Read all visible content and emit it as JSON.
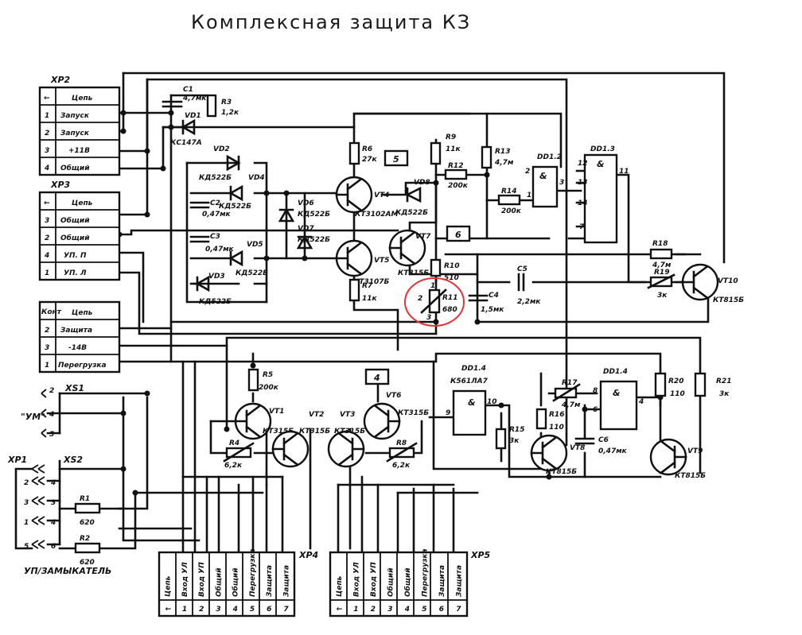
{
  "title": "Комплексная защита КЗ",
  "annotation_color": "#e0353a",
  "connectors": {
    "xp2": {
      "name": "XP2",
      "rows": [
        [
          "←",
          "Цепь"
        ],
        [
          "1",
          "Запуск"
        ],
        [
          "2",
          "Запуск"
        ],
        [
          "3",
          "+11В"
        ],
        [
          "4",
          "Общий"
        ]
      ]
    },
    "xp3": {
      "name": "XP3",
      "rows": [
        [
          "←",
          "Цепь"
        ],
        [
          "3",
          "Общий"
        ],
        [
          "2",
          "Общий"
        ],
        [
          "4",
          "УП. П"
        ],
        [
          "1",
          "УП. Л"
        ]
      ]
    },
    "xpk": {
      "rows": [
        [
          "Конт",
          "Цепь"
        ],
        [
          "2",
          "Защита"
        ],
        [
          "3",
          "-14В"
        ],
        [
          "1",
          "Перегрузка"
        ]
      ]
    },
    "xp4": {
      "name": "XP4",
      "cols": [
        "Цепь",
        "Вход УЛ",
        "Вход УП",
        "Общий",
        "Общий",
        "Перегрузка",
        "Защита",
        "Защита"
      ],
      "nums": [
        "←",
        "1",
        "2",
        "3",
        "4",
        "5",
        "6",
        "7"
      ]
    },
    "xp5": {
      "name": "XP5",
      "cols": [
        "Цепь",
        "Вход УЛ",
        "Вход УП",
        "Общий",
        "Общий",
        "Перегрузка",
        "Защита",
        "Защита"
      ],
      "nums": [
        "←",
        "1",
        "2",
        "3",
        "4",
        "5",
        "6",
        "7"
      ]
    }
  },
  "sockets": {
    "xs1": "XS1",
    "xs2": "XS2",
    "xp1": "XP1",
    "um": "\"УМ\"",
    "zam": "УП/ЗАМЫКАТЕЛЬ",
    "xs1_pins": [
      "2",
      "4",
      "5"
    ],
    "xs2_pins": [
      "4",
      "2",
      "3",
      "1",
      "4",
      "5",
      "6"
    ]
  },
  "parts": {
    "c1": "C1",
    "c1v": "4,7мк",
    "r3": "R3",
    "r3v": "1,2к",
    "vd1": "VD1",
    "vd1t": "КС147А",
    "vd2": "VD2",
    "vd2t": "КД522Б",
    "vd4": "VD4",
    "vd4t": "КД522Б",
    "vd3": "VD3",
    "vd3t": "КД522Б",
    "vd5": "VD5",
    "vd5t": "КД522Б",
    "vd6": "VD6",
    "vd6t": "КД522Б",
    "vd7": "VD7",
    "vd7t": "КД522Б",
    "vd8": "VD8",
    "vd8t": "КД522Б",
    "c2": "C2",
    "c2v": "0,47мк",
    "c3": "C3",
    "c3v": "0,47мк",
    "r6": "R6",
    "r6v": "27к",
    "r7": "R7",
    "r7v": "11к",
    "vt4": "VT4",
    "vt4t": "КТ3102АМ",
    "vt5": "VT5",
    "vt5t": "КТ3107Б",
    "vt7": "VT7",
    "vt7t": "КТ315Б",
    "r9": "R9",
    "r9v": "11к",
    "r10": "R10",
    "r10v": "510",
    "r11": "R11",
    "r11v": "680",
    "r12": "R12",
    "r12v": "200к",
    "r13": "R13",
    "r13v": "4,7м",
    "r14": "R14",
    "r14v": "200к",
    "c4": "C4",
    "c4v": "1,5мк",
    "c5": "C5",
    "c5v": "2,2мк",
    "dd12": "DD1.2",
    "dd13": "DD1.3",
    "dd14a": "DD1.4",
    "dd14at": "К561ЛА7",
    "dd14b": "DD1.4",
    "r18": "R18",
    "r18v": "4,7м",
    "r19": "R19",
    "r19v": "3к",
    "vt10": "VT10",
    "vt10t": "КТ815Б",
    "r5": "R5",
    "r5v": "200к",
    "vt1": "VT1",
    "vt1t": "КТ315Б",
    "vt2": "VT2",
    "vt2t": "КТ315Б",
    "vt3": "VT3",
    "vt3t": "КТ315Б",
    "vt6": "VT6",
    "vt6t": "КТ315Б",
    "r4": "R4",
    "r4v": "6,2к",
    "r8": "R8",
    "r8v": "6,2к",
    "r15": "R15",
    "r15v": "3к",
    "r16": "R16",
    "r16v": "110",
    "r17": "R17",
    "r17v": "4,7м",
    "c6": "C6",
    "c6v": "0,47мк",
    "vt8": "VT8",
    "vt8t": "КТ815Б",
    "vt9": "VT9",
    "vt9t": "КТ815Б",
    "r20": "R20",
    "r20v": "110",
    "r21": "R21",
    "r21v": "3к",
    "r1": "R1",
    "r1v": "620",
    "r2": "R2",
    "r2v": "620",
    "tag5": "5",
    "tag6": "6",
    "tag4": "4",
    "pin_a": "1",
    "pin_b": "2",
    "pin_c": "3",
    "dd12_p2": "2",
    "dd12_p3": "3",
    "dd12_p1": "1",
    "dd13_p12": "12",
    "dd13_p13": "13",
    "dd13_p14": "14",
    "dd13_p7": "7",
    "dd13_p11": "11",
    "dd14a_p9": "9",
    "dd14a_p10": "10",
    "dd14b_p8": "8",
    "dd14b_p6": "6",
    "dd14b_p4": "4",
    "gate_sym": "&"
  }
}
